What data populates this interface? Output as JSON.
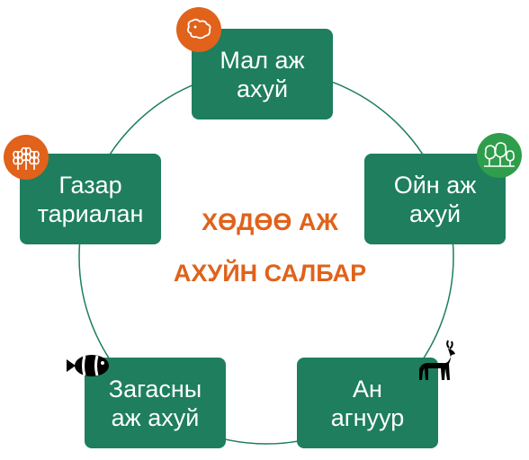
{
  "center": {
    "line1": "ХӨДӨӨ АЖ",
    "line2": "АХУЙН САЛБАР"
  },
  "nodes": {
    "livestock": {
      "line1": "Мал аж",
      "line2": "ахуй"
    },
    "forestry": {
      "line1": "Ойн аж",
      "line2": "ахуй"
    },
    "hunting": {
      "line1": "Ан",
      "line2": "агнуур"
    },
    "fishing": {
      "line1": "Загасны",
      "line2": "аж ахуй"
    },
    "farming": {
      "line1": "Газар",
      "line2": "тариалан"
    }
  },
  "colors": {
    "box": "#1e7e5e",
    "ring": "#1e7e5e",
    "accent_orange": "#e0621b",
    "badge_green": "#2f9e4c"
  },
  "icons": {
    "livestock": "sheep-head-icon",
    "forestry": "trees-icon",
    "hunting": "deer-icon",
    "fishing": "clownfish-icon",
    "farming": "wheat-icon"
  }
}
